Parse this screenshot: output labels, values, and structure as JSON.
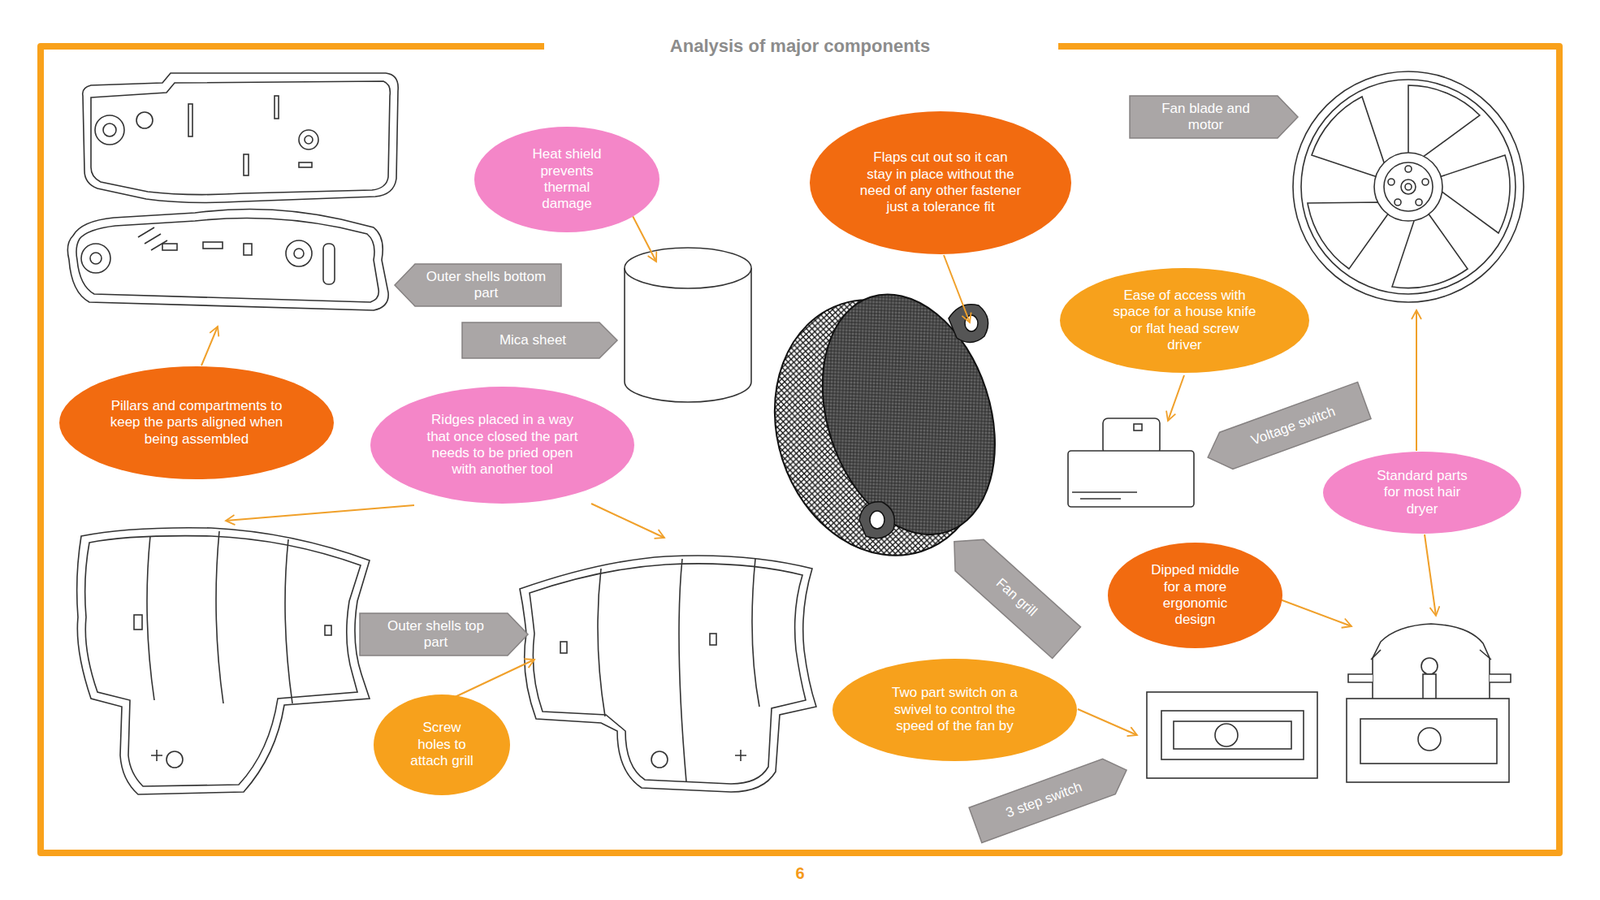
{
  "diagram": {
    "title": "Analysis of major components",
    "nodes": [
      {
        "text": [
          "Fan blade and motor"
        ]
      },
      {
        "text": [
          "Flaps cut out so it can stay in place without the need of any other fastener just a tolerance fit"
        ]
      },
      {
        "text": [
          "Heat shield prevents thermal damage"
        ]
      },
      {
        "text": [
          "Outer shells bottom part"
        ]
      },
      {
        "text": [
          "Ease of access with space for a house knife or flat head screw driver"
        ]
      },
      {
        "text": [
          "Mica sheet"
        ]
      },
      {
        "text": [
          "Pillars and compartments to keep the parts aligned when being assembled"
        ]
      },
      {
        "text": [
          "Ridges placed in a way that once closed the part needs to be pried open with another tool"
        ]
      },
      {
        "text": [
          "Voltage switch"
        ]
      },
      {
        "text": [
          "Standard parts for most hair dryer"
        ]
      },
      {
        "text": [
          "Dipped middle for a more ergonomic design"
        ]
      },
      {
        "text": [
          "Fan grill"
        ]
      },
      {
        "text": [
          "Outer shells top part"
        ]
      },
      {
        "text": [
          "Two part switch on a swivel to control the speed of the fan by"
        ]
      },
      {
        "text": [
          "Screw holes to attach grill"
        ]
      },
      {
        "text": [
          "3 step switch"
        ]
      }
    ],
    "labels": [
      "6"
    ]
  }
}
